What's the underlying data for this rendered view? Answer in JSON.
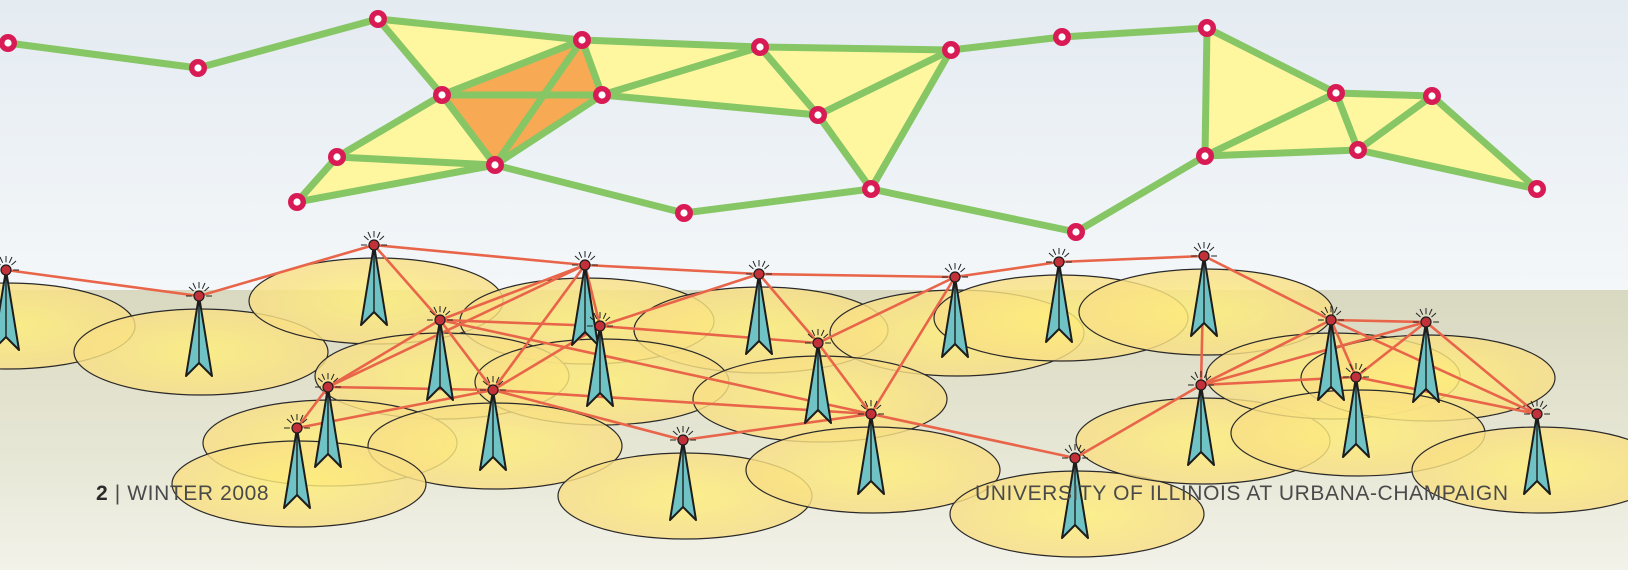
{
  "footer": {
    "page_number": "2",
    "separator": "|",
    "issue": "WINTER 2008",
    "publisher": "UNIVERSITY OF ILLINOIS AT URBANA-CHAMPAIGN"
  },
  "colors": {
    "mesh_edge": "#86c665",
    "mesh_face": "#fff6a0",
    "mesh_face_dense": "#f7a954",
    "node_ring": "#d81b55",
    "radio_link": "#e8654a",
    "coverage_fill": "#f9e27a",
    "tower_body": "#6fc3c4",
    "ground": "#ddddc6"
  },
  "icons": {
    "node": "network-node-icon",
    "tower": "radio-tower-icon"
  }
}
